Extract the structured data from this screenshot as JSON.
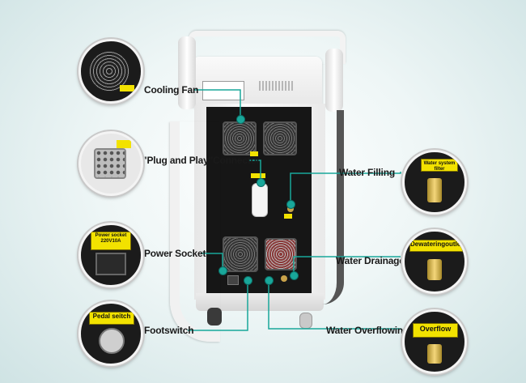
{
  "callouts": {
    "cooling_fan": "Cooling Fan",
    "plug_connector": "\"Plug and Play\"Connector",
    "power_socket": "Power Socket",
    "footswitch": "Footswitch",
    "water_filling": "Water Filling",
    "water_drainage": "Water Drainage",
    "water_overflowing": "Water Overflowing"
  },
  "detail_tags": {
    "power_socket_tag": "Power socket\n220V10A",
    "pedal_tag": "Pedal seitch",
    "water_filter_tag": "Water system filter",
    "dewatering_tag": "Dewateringoutlet",
    "overflow_tag": "Overflow"
  },
  "colors": {
    "callout_line": "#19a79a",
    "tag_yellow": "#f2e200",
    "panel_black": "#161616"
  }
}
